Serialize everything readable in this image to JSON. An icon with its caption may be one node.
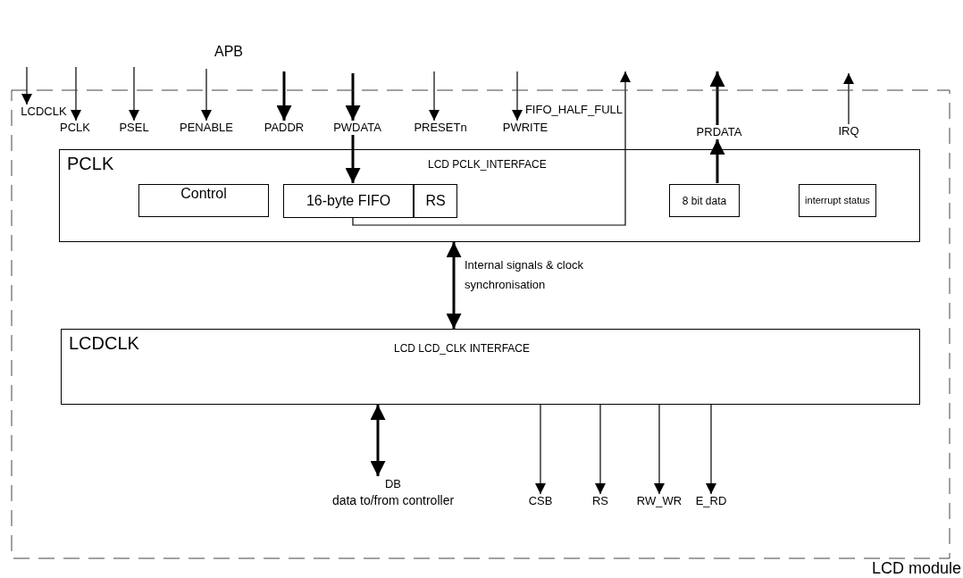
{
  "diagram": {
    "nodes": [
      {
        "text": [
          "LCD module"
        ]
      },
      {
        "text": [
          "LCDCLK"
        ],
        "in": 0
      },
      {
        "text": [
          "PCLK"
        ],
        "in": 0
      },
      {
        "text": [
          "PSEL"
        ],
        "in": 0
      },
      {
        "text": [
          "PENABLE"
        ],
        "in": 0
      },
      {
        "text": [
          "PADDR"
        ],
        "in": 0
      },
      {
        "text": [
          "PWDATA"
        ],
        "in": 0
      },
      {
        "text": [
          "PRESETn"
        ],
        "in": 0
      },
      {
        "text": [
          "PWRITE"
        ],
        "in": 0
      },
      {
        "text": [
          "PRDATA"
        ],
        "in": 0
      },
      {
        "text": [
          "IRQ"
        ],
        "in": 0
      },
      {
        "text": [
          "PCLK",
          "LCD PCLK_INTERFACE"
        ],
        "in": 0
      },
      {
        "text": [
          "Control"
        ],
        "in": 11
      },
      {
        "text": [
          "16-byte FIFO"
        ],
        "in": 11
      },
      {
        "text": [
          "RS"
        ],
        "in": 11
      },
      {
        "text": [
          "8 bit data"
        ],
        "in": 11
      },
      {
        "text": [
          "interrupt status"
        ],
        "in": 11
      },
      {
        "text": [
          "LCDCLK",
          "LCD LCD_CLK INTERFACE"
        ],
        "in": 0
      },
      {
        "text": [
          "DB",
          "data to/from controller"
        ],
        "in": 0
      },
      {
        "text": [
          "CSB"
        ],
        "in": 0
      },
      {
        "text": [
          "RS"
        ],
        "in": 0
      },
      {
        "text": [
          "RW_WR"
        ],
        "in": 0
      },
      {
        "text": [
          "E_RD"
        ],
        "in": 0
      }
    ],
    "edges": [
      {
        "from": null,
        "to": 1,
        "arrow": "to"
      },
      {
        "from": null,
        "to": 2,
        "arrow": "to"
      },
      {
        "from": null,
        "to": 3,
        "arrow": "to"
      },
      {
        "from": null,
        "to": 4,
        "arrow": "to"
      },
      {
        "from": null,
        "to": 5,
        "arrow": "to",
        "style": "thick"
      },
      {
        "from": null,
        "to": 6,
        "arrow": "to",
        "style": "thick"
      },
      {
        "from": null,
        "to": 7,
        "arrow": "to"
      },
      {
        "from": null,
        "to": 8,
        "arrow": "to"
      },
      {
        "from": 6,
        "to": 13,
        "arrow": "to",
        "style": "thick"
      },
      {
        "from": 13,
        "to": null,
        "arrow": "to",
        "label": "FIFO_HALF_FULL"
      },
      {
        "from": 15,
        "to": 9,
        "arrow": "to",
        "style": "thick"
      },
      {
        "from": 9,
        "to": null,
        "arrow": "to",
        "style": "thick"
      },
      {
        "from": 10,
        "to": null,
        "arrow": "to"
      },
      {
        "from": 11,
        "to": 17,
        "arrow": "both",
        "style": "thick",
        "label": "Internal signals & clock synchronisation"
      },
      {
        "from": 17,
        "to": 18,
        "arrow": "both",
        "style": "thick"
      },
      {
        "from": 17,
        "to": 19,
        "arrow": "to"
      },
      {
        "from": 17,
        "to": 20,
        "arrow": "to"
      },
      {
        "from": 17,
        "to": 21,
        "arrow": "to"
      },
      {
        "from": 17,
        "to": 22,
        "arrow": "to"
      }
    ],
    "labels": [
      "APB"
    ]
  }
}
